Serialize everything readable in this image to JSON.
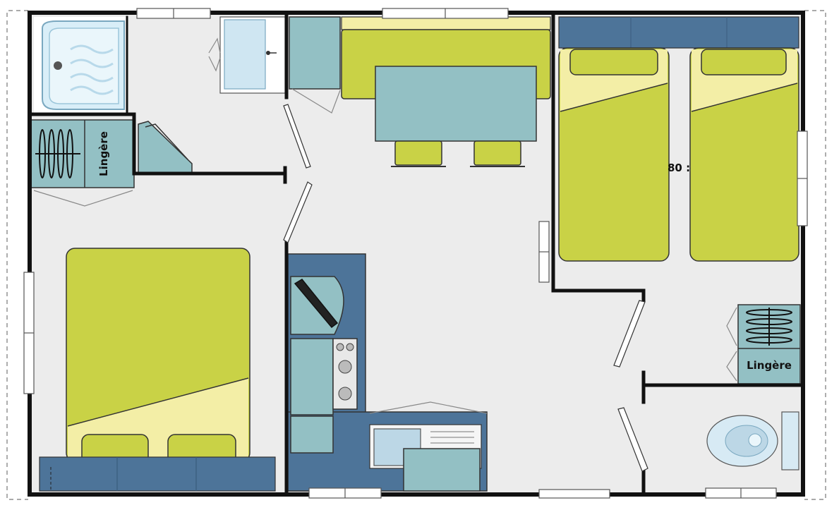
{
  "labels": {
    "lingere_left": "Lingère",
    "lingere_right": "Lingère",
    "bed_width": "80 :"
  },
  "colors": {
    "wall": "#111111",
    "floor": "#ececec",
    "bed": "#c9d246",
    "pillow_zone": "#f3eea6",
    "headboard": "#4d7499",
    "furniture": "#93c0c4",
    "window": "#ffffff"
  },
  "icons": [
    "bathtub-icon",
    "toilet-icon",
    "stove-icon",
    "sink-icon",
    "washbasin-icon",
    "chair-icon",
    "hanger-icon"
  ]
}
